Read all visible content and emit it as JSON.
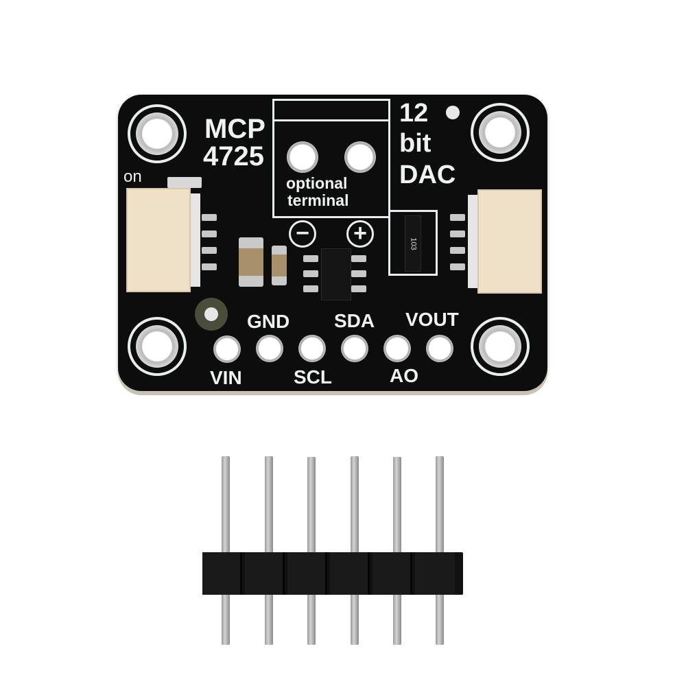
{
  "image": {
    "subject": "MCP4725 12-bit DAC breakout board with 6-pin male header",
    "background_color": "#ffffff"
  },
  "board": {
    "color": "#0d0d0d",
    "silkscreen_color": "#eef2f3",
    "title_line1": "MCP",
    "title_line2": "4725",
    "feature_line1": "12",
    "feature_line2": "bit",
    "feature_line3": "DAC",
    "led_label": "on",
    "terminal_label_line1": "optional",
    "terminal_label_line2": "terminal",
    "terminal_minus_symbol": "−",
    "terminal_plus_symbol": "+",
    "resistor_marking": "103",
    "pins_top_labels": [
      "GND",
      "SDA",
      "VOUT"
    ],
    "pins_bottom_labels": [
      "VIN",
      "SCL",
      "AO"
    ]
  },
  "header": {
    "pin_count": 6,
    "housing_color": "#111111"
  }
}
